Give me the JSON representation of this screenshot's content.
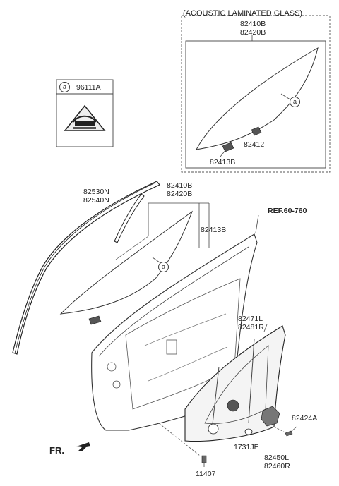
{
  "acoustic_box": {
    "title": "(ACOUSTIC LAMINATED GLASS)",
    "part_1": "82410B",
    "part_2": "82420B",
    "clip_upper": "82412",
    "clip_lower": "82413B",
    "callout": "a"
  },
  "label_box": {
    "callout": "a",
    "part": "96111A"
  },
  "main": {
    "run_channel_1": "82530N",
    "run_channel_2": "82540N",
    "glass_1": "82410B",
    "glass_2": "82420B",
    "glass_clip": "82413B",
    "glass_callout": "a",
    "ref": "REF.60-760",
    "regulator_1": "82471L",
    "regulator_2": "82481R",
    "bolt_right": "82424A",
    "plug": "1731JE",
    "motor_1": "82450L",
    "motor_2": "82460R",
    "bolt_bottom": "11407",
    "front_marker": "FR."
  }
}
